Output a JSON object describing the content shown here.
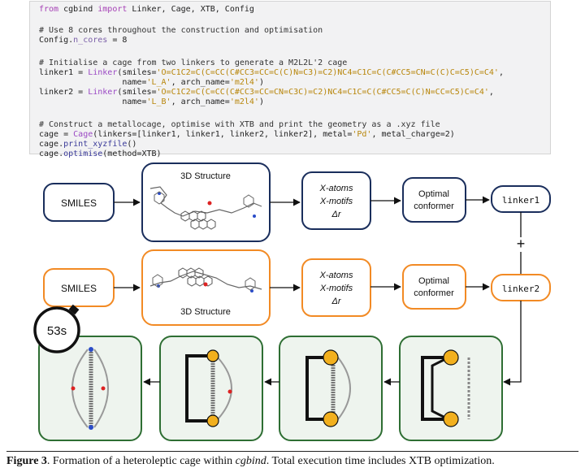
{
  "code": {
    "lines": [
      [
        {
          "t": "from",
          "c": "kw"
        },
        {
          "t": " cgbind ",
          "c": ""
        },
        {
          "t": "import",
          "c": "kw"
        },
        {
          "t": " Linker, Cage, XTB, Config",
          "c": ""
        }
      ],
      [],
      [
        {
          "t": "# Use 8 cores throughout the construction and optimisation",
          "c": "cm"
        }
      ],
      [
        {
          "t": "Config.",
          "c": ""
        },
        {
          "t": "n_cores",
          "c": "kwarg"
        },
        {
          "t": " = ",
          "c": ""
        },
        {
          "t": "8",
          "c": ""
        }
      ],
      [],
      [
        {
          "t": "# Initialise a cage from two linkers to generate a M2L2L'2 cage",
          "c": "cm"
        }
      ],
      [
        {
          "t": "linker1 = ",
          "c": ""
        },
        {
          "t": "Linker",
          "c": "cls"
        },
        {
          "t": "(smiles=",
          "c": ""
        },
        {
          "t": "'O=C1C2=C(C=CC(C#CC3=CC=C(C)N=C3)=C2)NC4=C1C=C(C#CC5=CN=C(C)C=C5)C=C4'",
          "c": "str"
        },
        {
          "t": ",",
          "c": ""
        }
      ],
      [
        {
          "t": "                 name=",
          "c": ""
        },
        {
          "t": "'L_A'",
          "c": "str"
        },
        {
          "t": ", arch_name=",
          "c": ""
        },
        {
          "t": "'m2l4'",
          "c": "str"
        },
        {
          "t": ")",
          "c": ""
        }
      ],
      [
        {
          "t": "linker2 = ",
          "c": ""
        },
        {
          "t": "Linker",
          "c": "cls"
        },
        {
          "t": "(smiles=",
          "c": ""
        },
        {
          "t": "'O=C1C2=C(C=CC(C#CC3=CC=CN=C3C)=C2)NC4=C1C=C(C#CC5=C(C)N=CC=C5)C=C4'",
          "c": "str"
        },
        {
          "t": ",",
          "c": ""
        }
      ],
      [
        {
          "t": "                 name=",
          "c": ""
        },
        {
          "t": "'L_B'",
          "c": "str"
        },
        {
          "t": ", arch_name=",
          "c": ""
        },
        {
          "t": "'m2l4'",
          "c": "str"
        },
        {
          "t": ")",
          "c": ""
        }
      ],
      [],
      [
        {
          "t": "# Construct a metallocage, optimise with XTB and print the geometry as a .xyz file",
          "c": "cm"
        }
      ],
      [
        {
          "t": "cage = ",
          "c": ""
        },
        {
          "t": "Cage",
          "c": "cls"
        },
        {
          "t": "(linkers=[linker1, linker1, linker2, linker2], metal=",
          "c": ""
        },
        {
          "t": "'Pd'",
          "c": "str"
        },
        {
          "t": ", metal_charge=",
          "c": ""
        },
        {
          "t": "2",
          "c": ""
        },
        {
          "t": ")",
          "c": ""
        }
      ],
      [
        {
          "t": "cage.",
          "c": ""
        },
        {
          "t": "print_xyzfile",
          "c": "fn"
        },
        {
          "t": "()",
          "c": ""
        }
      ],
      [
        {
          "t": "cage.",
          "c": ""
        },
        {
          "t": "optimise",
          "c": "fn"
        },
        {
          "t": "(method=XTB)",
          "c": ""
        }
      ]
    ]
  },
  "colors": {
    "blue": "#1a2e5c",
    "orange": "#f28a24",
    "green": "#2e6e33",
    "metal": "#f2b01e",
    "panel_bg": "#eef4ee"
  },
  "row1": {
    "smiles": "SMILES",
    "structure_title": "3D Structure",
    "features": [
      "X-atoms",
      "X-motifs",
      "Δr"
    ],
    "conformer": [
      "Optimal",
      "conformer"
    ],
    "linker": "linker1"
  },
  "row2": {
    "smiles": "SMILES",
    "structure_title": "3D Structure",
    "features": [
      "X-atoms",
      "X-motifs",
      "Δr"
    ],
    "conformer": [
      "Optimal",
      "conformer"
    ],
    "linker": "linker2"
  },
  "plus": "+",
  "timer": "53s",
  "caption": {
    "label": "Figure 3",
    "text_before": ". Formation of a heteroleptic cage within ",
    "italic": "cgbind",
    "text_after": ". Total execution time includes XTB optimization."
  }
}
